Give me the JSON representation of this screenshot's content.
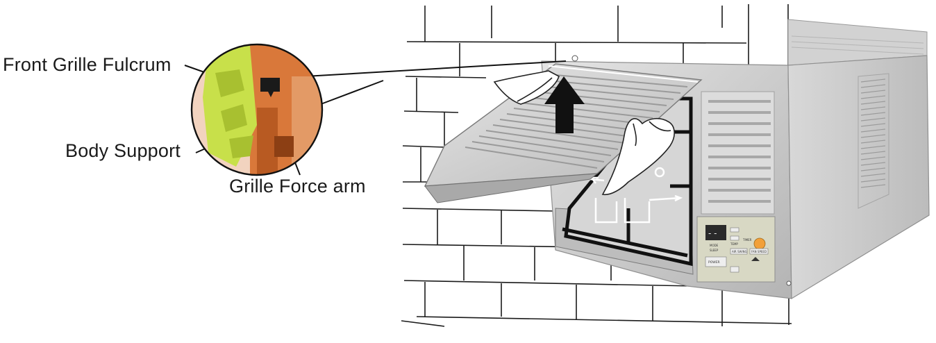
{
  "labels": {
    "front_grille_fulcrum": "Front Grille Fulcrum",
    "body_support": "Body Support",
    "grille_force_arm": "Grille Force arm"
  },
  "panel": {
    "temp_label": "TEMP",
    "power_label": "POWER",
    "mode_label": "MODE",
    "sleep_label": "SLEEP",
    "air_swing_label": "AIR SWING",
    "fan_speed_label": "FAN SPEED",
    "timer_label": "TIMER"
  },
  "colors": {
    "unit_body": "#c9c9c9",
    "unit_shadow": "#9e9e9e",
    "grille": "#d2d2d2",
    "wall_line": "#1a1a1a",
    "arrow": "#111111",
    "inset_orange": "#d9783a",
    "inset_yellow": "#c8e04a",
    "power_button": "#f2a03a"
  }
}
